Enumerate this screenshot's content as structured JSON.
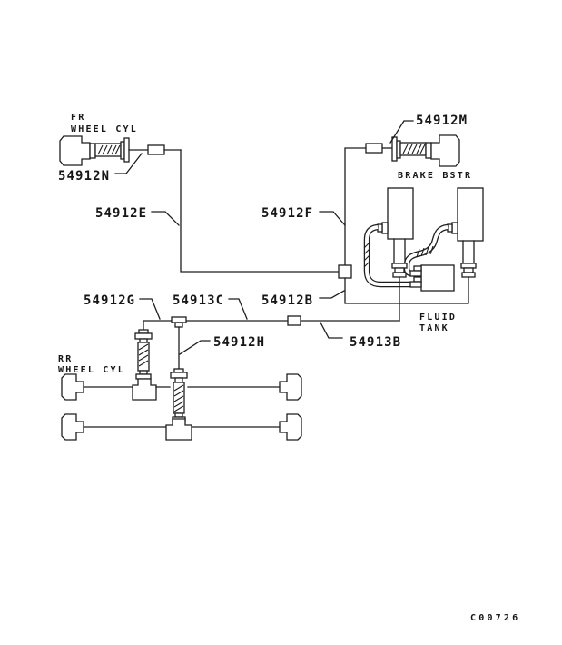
{
  "figure": {
    "code": "C00726",
    "background_color": "#ffffff",
    "line_color": "#1e1e1e"
  },
  "labels": {
    "fr_wheel_cyl_line1": "FR",
    "fr_wheel_cyl_line2": "WHEEL CYL",
    "rr_wheel_cyl_line1": "RR",
    "rr_wheel_cyl_line2": "WHEEL CYL",
    "brake_booster": "BRAKE BSTR",
    "fluid_tank_line1": "FLUID",
    "fluid_tank_line2": "TANK"
  },
  "parts": {
    "p54912N": "54912N",
    "p54912M": "54912M",
    "p54912E": "54912E",
    "p54912F": "54912F",
    "p54912G": "54912G",
    "p54913C": "54913C",
    "p54912B": "54912B",
    "p54912H": "54912H",
    "p54913B": "54913B"
  }
}
